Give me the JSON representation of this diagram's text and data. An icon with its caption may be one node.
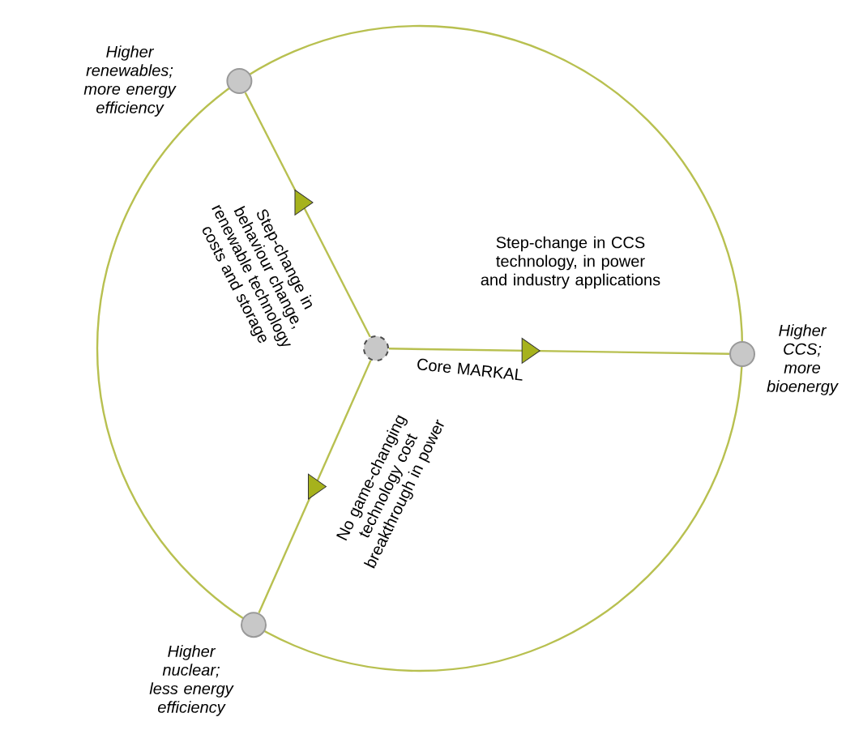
{
  "diagram": {
    "nodes": [
      {
        "text": [],
        "shape": "circle",
        "beside": [
          "Core MARKAL"
        ]
      },
      {
        "text": [],
        "shape": "circle",
        "beside": [
          "Higher renewables; more energy efficiency"
        ]
      },
      {
        "text": [],
        "shape": "circle",
        "beside": [
          "Higher CCS; more bioenergy"
        ]
      },
      {
        "text": [],
        "shape": "circle",
        "beside": [
          "Higher nuclear; less energy efficiency"
        ]
      }
    ],
    "edges": [
      {
        "from": 0,
        "to": 1,
        "arrow": "to",
        "label": "Step-change in behaviour change, renewable technology costs and storage"
      },
      {
        "from": 0,
        "to": 2,
        "arrow": "to",
        "label": "Step-change in CCS technology, in power and industry applications"
      },
      {
        "from": 0,
        "to": 3,
        "arrow": "to",
        "label": "No game-changing technology cost breakthrough in power"
      }
    ]
  }
}
